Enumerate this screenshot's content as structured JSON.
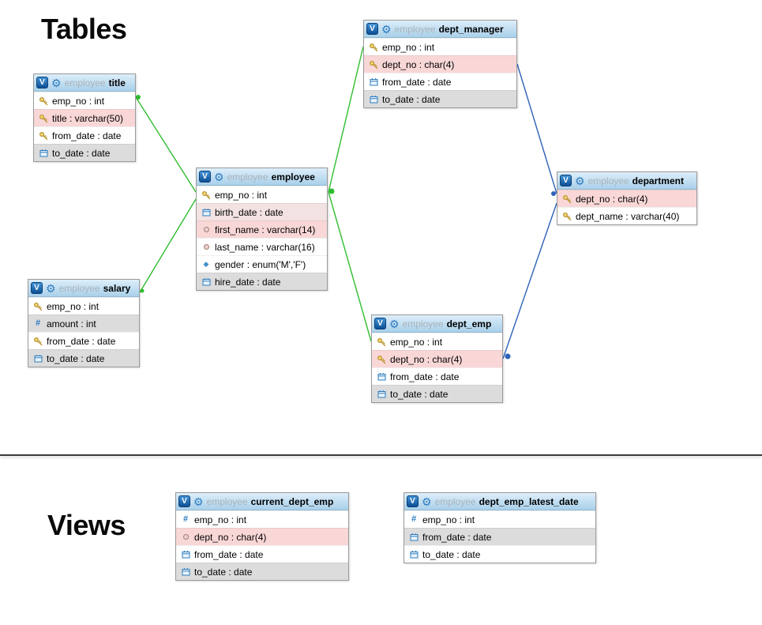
{
  "page": {
    "tables_heading": "Tables",
    "views_heading": "Views"
  },
  "ui": {
    "v_button_label": "V",
    "schema_label": "employee"
  },
  "colors": {
    "relation_green": "#2fbe2f",
    "relation_blue": "#2d62b8",
    "header_gradient_top": "#ddeefa",
    "header_gradient_bottom": "#a9d0ea",
    "row_pink": "#f9d7d7",
    "row_light_pink": "#f3e2e2",
    "row_gray": "#dcdcdc",
    "key_icon_gold": "#b8922a",
    "field_icon_blue": "#2e7cc0"
  },
  "tables": [
    {
      "schema": "employee",
      "name": "title",
      "fields": [
        {
          "name": "emp_no",
          "label": "emp_no : int",
          "icon": "key",
          "bg": "white"
        },
        {
          "name": "title",
          "label": "title : varchar(50)",
          "icon": "key",
          "bg": "pink"
        },
        {
          "name": "from_date",
          "label": "from_date : date",
          "icon": "key",
          "bg": "white"
        },
        {
          "name": "to_date",
          "label": "to_date : date",
          "icon": "date",
          "bg": "gray"
        }
      ]
    },
    {
      "schema": "employee",
      "name": "dept_manager",
      "fields": [
        {
          "name": "emp_no",
          "label": "emp_no : int",
          "icon": "key",
          "bg": "white"
        },
        {
          "name": "dept_no",
          "label": "dept_no : char(4)",
          "icon": "key",
          "bg": "pink"
        },
        {
          "name": "from_date",
          "label": "from_date : date",
          "icon": "date",
          "bg": "white"
        },
        {
          "name": "to_date",
          "label": "to_date : date",
          "icon": "date",
          "bg": "gray"
        }
      ]
    },
    {
      "schema": "employee",
      "name": "employee",
      "fields": [
        {
          "name": "emp_no",
          "label": "emp_no : int",
          "icon": "key",
          "bg": "white"
        },
        {
          "name": "birth_date",
          "label": "birth_date : date",
          "icon": "date",
          "bg": "lightpink"
        },
        {
          "name": "first_name",
          "label": "first_name : varchar(14)",
          "icon": "text",
          "bg": "pink"
        },
        {
          "name": "last_name",
          "label": "last_name : varchar(16)",
          "icon": "text",
          "bg": "white"
        },
        {
          "name": "gender",
          "label": "gender : enum('M','F')",
          "icon": "enum",
          "bg": "white"
        },
        {
          "name": "hire_date",
          "label": "hire_date : date",
          "icon": "date",
          "bg": "gray"
        }
      ]
    },
    {
      "schema": "employee",
      "name": "salary",
      "fields": [
        {
          "name": "emp_no",
          "label": "emp_no : int",
          "icon": "key",
          "bg": "white"
        },
        {
          "name": "amount",
          "label": "amount : int",
          "icon": "hash",
          "bg": "gray"
        },
        {
          "name": "from_date",
          "label": "from_date : date",
          "icon": "key",
          "bg": "white"
        },
        {
          "name": "to_date",
          "label": "to_date : date",
          "icon": "date",
          "bg": "gray"
        }
      ]
    },
    {
      "schema": "employee",
      "name": "dept_emp",
      "fields": [
        {
          "name": "emp_no",
          "label": "emp_no : int",
          "icon": "key",
          "bg": "white"
        },
        {
          "name": "dept_no",
          "label": "dept_no : char(4)",
          "icon": "key",
          "bg": "pink"
        },
        {
          "name": "from_date",
          "label": "from_date : date",
          "icon": "date",
          "bg": "white"
        },
        {
          "name": "to_date",
          "label": "to_date : date",
          "icon": "date",
          "bg": "gray"
        }
      ]
    },
    {
      "schema": "employee",
      "name": "department",
      "fields": [
        {
          "name": "dept_no",
          "label": "dept_no : char(4)",
          "icon": "key",
          "bg": "pink"
        },
        {
          "name": "dept_name",
          "label": "dept_name : varchar(40)",
          "icon": "key",
          "bg": "white"
        }
      ]
    }
  ],
  "views": [
    {
      "schema": "employee",
      "name": "current_dept_emp",
      "fields": [
        {
          "name": "emp_no",
          "label": "emp_no : int",
          "icon": "hash",
          "bg": "white"
        },
        {
          "name": "dept_no",
          "label": "dept_no : char(4)",
          "icon": "text",
          "bg": "pink"
        },
        {
          "name": "from_date",
          "label": "from_date : date",
          "icon": "date",
          "bg": "white"
        },
        {
          "name": "to_date",
          "label": "to_date : date",
          "icon": "date",
          "bg": "gray"
        }
      ]
    },
    {
      "schema": "employee",
      "name": "dept_emp_latest_date",
      "fields": [
        {
          "name": "emp_no",
          "label": "emp_no : int",
          "icon": "hash",
          "bg": "white"
        },
        {
          "name": "from_date",
          "label": "from_date : date",
          "icon": "date",
          "bg": "gray"
        },
        {
          "name": "to_date",
          "label": "to_date : date",
          "icon": "date",
          "bg": "white"
        }
      ]
    }
  ],
  "relations": [
    {
      "from": "title.emp_no",
      "to": "employee.emp_no",
      "color": "#2fbe2f"
    },
    {
      "from": "salary.emp_no",
      "to": "employee.emp_no",
      "color": "#2fbe2f"
    },
    {
      "from": "dept_manager.emp_no",
      "to": "employee.emp_no",
      "color": "#2fbe2f"
    },
    {
      "from": "dept_emp.emp_no",
      "to": "employee.emp_no",
      "color": "#2fbe2f"
    },
    {
      "from": "dept_manager.dept_no",
      "to": "department.dept_no",
      "color": "#2d62b8"
    },
    {
      "from": "dept_emp.dept_no",
      "to": "department.dept_no",
      "color": "#2d62b8"
    }
  ]
}
